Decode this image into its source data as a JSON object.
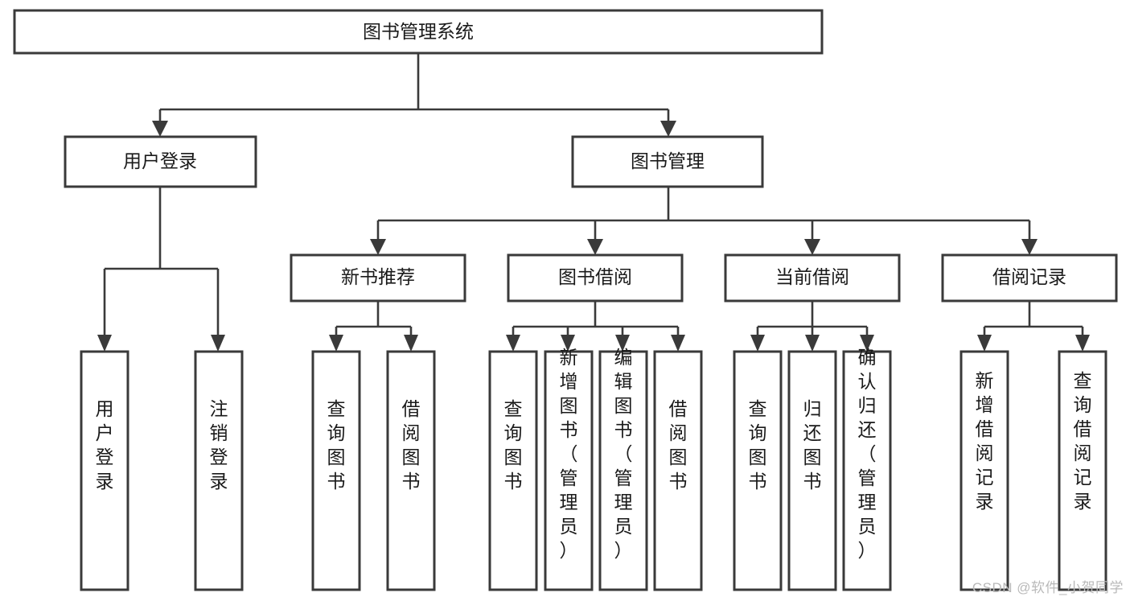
{
  "diagram": {
    "type": "tree",
    "title": "图书管理系统",
    "orientation": "top-down",
    "colors": {
      "box_fill": "#ffffff",
      "box_stroke": "#3a3a3a",
      "connector": "#3a3a3a",
      "text": "#1a1a1a",
      "background": "#ffffff",
      "watermark": "#b9b9b9"
    },
    "root": {
      "label": "图书管理系统"
    },
    "level2": [
      {
        "label": "用户登录"
      },
      {
        "label": "图书管理"
      }
    ],
    "level3": [
      {
        "label": "新书推荐"
      },
      {
        "label": "图书借阅"
      },
      {
        "label": "当前借阅"
      },
      {
        "label": "借阅记录"
      }
    ],
    "leaves": {
      "user_login": [
        {
          "label": "用户登录"
        },
        {
          "label": "注销登录"
        }
      ],
      "new_book_recommend": [
        {
          "label": "查询图书"
        },
        {
          "label": "借阅图书"
        }
      ],
      "book_borrow": [
        {
          "label": "查询图书"
        },
        {
          "label": "新增图书（管理员）"
        },
        {
          "label": "编辑图书（管理员）"
        },
        {
          "label": "借阅图书"
        }
      ],
      "current_borrow": [
        {
          "label": "查询图书"
        },
        {
          "label": "归还图书"
        },
        {
          "label": "确认归还（管理员）"
        }
      ],
      "borrow_record": [
        {
          "label": "新增借阅记录"
        },
        {
          "label": "查询借阅记录"
        }
      ]
    }
  },
  "watermark": {
    "text": "CSDN @软件_小贺同学"
  }
}
